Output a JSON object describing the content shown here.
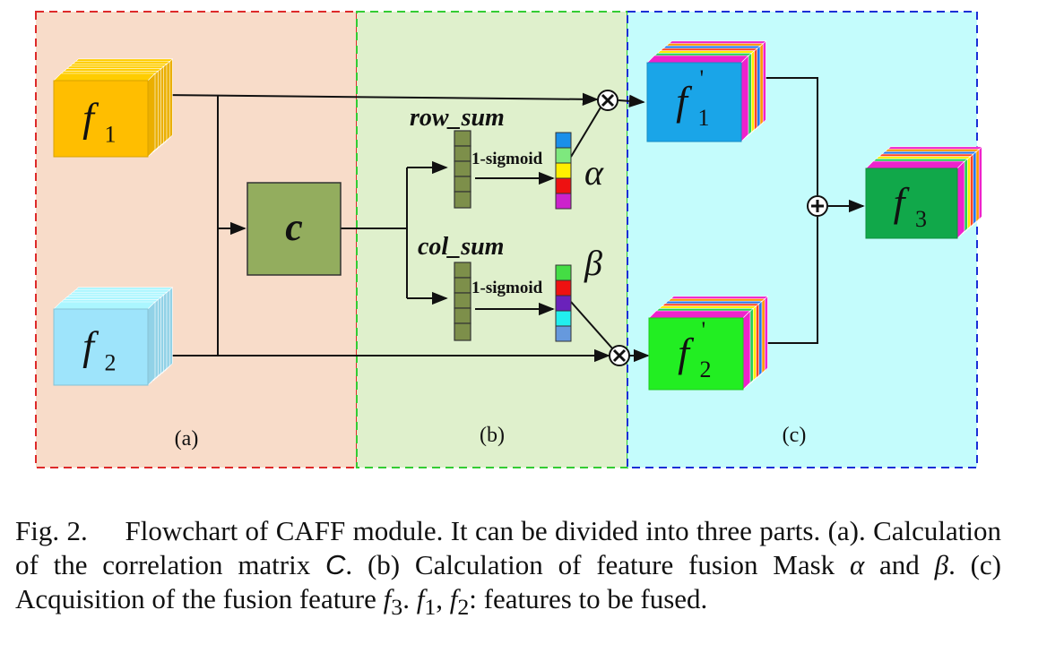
{
  "panels": {
    "a": {
      "label": "(a)",
      "fill": "#f8dcc9",
      "border": "#dd2a2a"
    },
    "b": {
      "label": "(b)",
      "fill": "#dff0cc",
      "border": "#33cc33"
    },
    "c": {
      "label": "(c)",
      "fill": "#c4fcfc",
      "border": "#1a2fd6"
    }
  },
  "blocks": {
    "f1": {
      "main": "f",
      "sub": "1",
      "color": "#ffbe00"
    },
    "f2": {
      "main": "f",
      "sub": "2",
      "color": "#9ee4fb"
    },
    "c": {
      "label": "c",
      "color": "#93ad5e"
    },
    "f1p": {
      "main": "f",
      "sub": "1",
      "prime": "'",
      "color": "#1aa5e8"
    },
    "f2p": {
      "main": "f",
      "sub": "2",
      "prime": "'",
      "color": "#22ee22"
    },
    "f3": {
      "main": "f",
      "sub": "3",
      "color": "#11a84a"
    }
  },
  "sums": {
    "row": {
      "label": "row_sum",
      "op": "1-sigmoid",
      "mask": "α"
    },
    "col": {
      "label": "col_sum",
      "op": "1-sigmoid",
      "mask": "β"
    }
  },
  "mask_colors": {
    "alpha": [
      "#1a8fea",
      "#7ee87e",
      "#ffee00",
      "#ee1111",
      "#cc22cc"
    ],
    "beta": [
      "#44dd44",
      "#ee1111",
      "#6a22bb",
      "#22eeee",
      "#6699dd"
    ]
  },
  "stripe_colors": [
    "#ee22cc",
    "#22cc55",
    "#ffee00",
    "#ff4422",
    "#2277ee",
    "#ff9900"
  ],
  "operators": {
    "multiply": "⊗",
    "add": "⊕"
  },
  "caption": {
    "fig": "Fig. 2.",
    "t1": "Flowchart of CAFF module. It can be divided into three parts. (a). Calculation of the correlation matrix ",
    "c": "C",
    "t2": ". (b) Calculation of feature fusion Mask ",
    "alpha": "α",
    "t3": " and ",
    "beta": "β",
    "t4": ". (c) Acquisition of the fusion feature ",
    "f3": "f",
    "f3sub": "3",
    "t5": ". ",
    "f1": "f",
    "f1sub": "1",
    "t6": ", ",
    "f2": "f",
    "f2sub": "2",
    "t7": ": features to be fused."
  }
}
